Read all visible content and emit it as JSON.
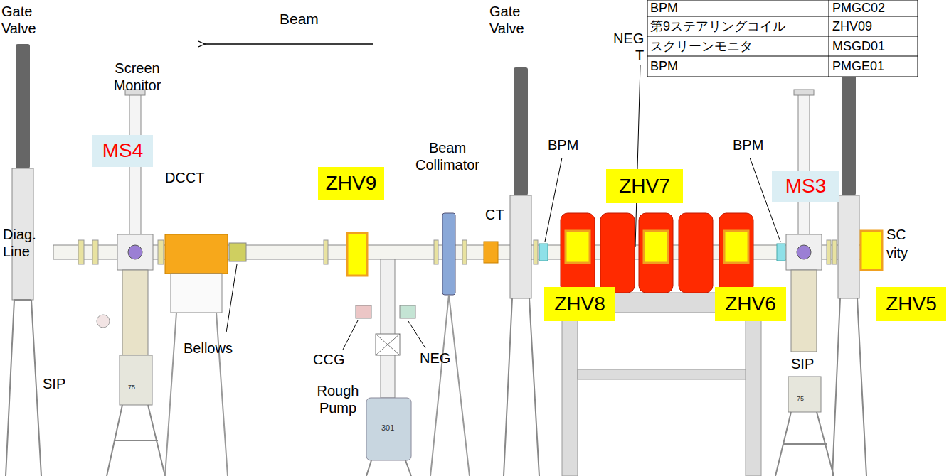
{
  "diagram": {
    "nodes": [
      {
        "text": [
          "MS4"
        ]
      },
      {
        "text": [
          "ZHV9"
        ]
      },
      {
        "text": [
          "ZHV7"
        ]
      },
      {
        "text": [
          "MS3"
        ]
      },
      {
        "text": [
          "ZHV8"
        ]
      },
      {
        "text": [
          "ZHV6"
        ]
      },
      {
        "text": [
          "ZHV5"
        ]
      }
    ],
    "labels": [
      "Gate Valve",
      "Beam",
      "Gate Valve",
      "Screen Monitor",
      "DCCT",
      "Beam Collimator",
      "BPM",
      "BPM",
      "NEG",
      "T",
      "BPM",
      "PMGC02",
      "第9ステアリングコイル",
      "ZHV09",
      "スクリーンモニタ",
      "MSGD01",
      "BPM",
      "PMGE01",
      "Diag. Line",
      "CT",
      "SC",
      "vity",
      "Bellows",
      "CCG",
      "NEG",
      "SIP",
      "Rough Pump",
      "301",
      "SIP",
      "75",
      "75"
    ]
  }
}
